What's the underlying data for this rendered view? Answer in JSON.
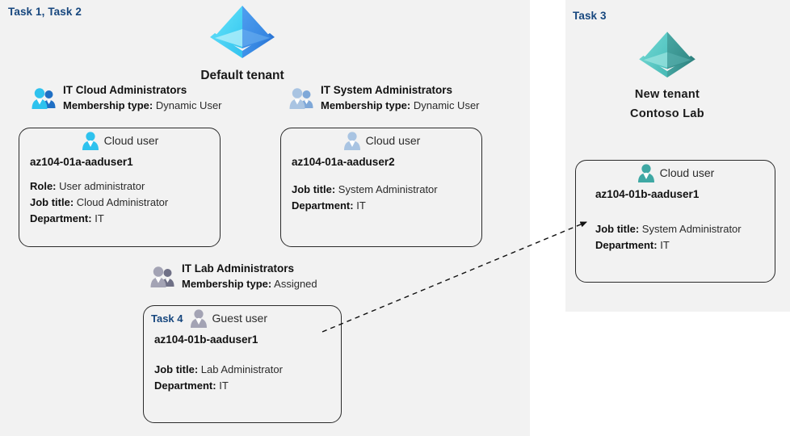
{
  "panels": {
    "default": {
      "task_label": "Task 1, Task 2",
      "tenant": {
        "icon": "azure-tenant-icon",
        "caption": "Default tenant"
      }
    },
    "new": {
      "task_label": "Task 3",
      "tenant": {
        "icon": "azure-tenant-icon",
        "caption_line1": "New  tenant",
        "caption_line2": "Contoso Lab"
      }
    }
  },
  "groups": [
    {
      "id": "it-cloud-administrators",
      "icon": "group-users-icon",
      "name": "IT Cloud Administrators",
      "membership_label": "Membership type:",
      "membership_value": "Dynamic User"
    },
    {
      "id": "it-system-administrators",
      "icon": "group-users-icon",
      "name": "IT System Administrators",
      "membership_label": "Membership type:",
      "membership_value": "Dynamic User"
    },
    {
      "id": "it-lab-administrators",
      "icon": "group-users-icon",
      "name": "IT Lab Administrators",
      "membership_label": "Membership type:",
      "membership_value": "Assigned"
    }
  ],
  "cards": [
    {
      "id": "az104-01a-aaduser1",
      "task": "",
      "avatar_icon": "cloud-user-avatar-icon",
      "user_type": "Cloud user",
      "username": "az104-01a-aaduser1",
      "attrs": [
        {
          "label": "Role:",
          "value": "User administrator"
        },
        {
          "label": "Job title:",
          "value": "Cloud Administrator"
        },
        {
          "label": "Department:",
          "value": "IT"
        }
      ]
    },
    {
      "id": "az104-01a-aaduser2",
      "task": "",
      "avatar_icon": "cloud-user-avatar-icon",
      "user_type": "Cloud user",
      "username": "az104-01a-aaduser2",
      "attrs": [
        {
          "label": "Job title:",
          "value": "System Administrator"
        },
        {
          "label": "Department:",
          "value": "IT"
        }
      ]
    },
    {
      "id": "az104-01b-aaduser1-guest",
      "task": "Task 4",
      "avatar_icon": "guest-user-avatar-icon",
      "user_type": "Guest user",
      "username": "az104-01b-aaduser1",
      "attrs": [
        {
          "label": "Job title:",
          "value": "Lab Administrator"
        },
        {
          "label": "Department:",
          "value": "IT"
        }
      ]
    },
    {
      "id": "az104-01b-aaduser1-cloud",
      "task": "",
      "avatar_icon": "cloud-user-avatar-icon",
      "user_type": "Cloud user",
      "username": "az104-01b-aaduser1",
      "attrs": [
        {
          "label": "Job title:",
          "value": "System Administrator"
        },
        {
          "label": "Department:",
          "value": "IT"
        }
      ]
    }
  ],
  "connector": {
    "name": "guest-invitation-arrow",
    "style": "dashed-arrow",
    "from": "az104-01b-aaduser1-guest",
    "to": "az104-01b-aaduser1-cloud"
  },
  "colors": {
    "panel_background": "#f2f2f2",
    "task_label": "#17477e",
    "tenant_default_left": "#4fd8f5",
    "tenant_default_right": "#3f8ae8",
    "tenant_new_left": "#5bc8c6",
    "tenant_new_right": "#3e9e9c",
    "avatar_cloud_blue": "#28b6e8",
    "avatar_cloud_teal": "#3fa8a4",
    "avatar_muted_blue": "#a8c2e0",
    "avatar_guest_gray": "#9b9bab",
    "card_border": "#2b2b2b",
    "text_primary": "#111111",
    "text_secondary": "#2b2b2b"
  }
}
